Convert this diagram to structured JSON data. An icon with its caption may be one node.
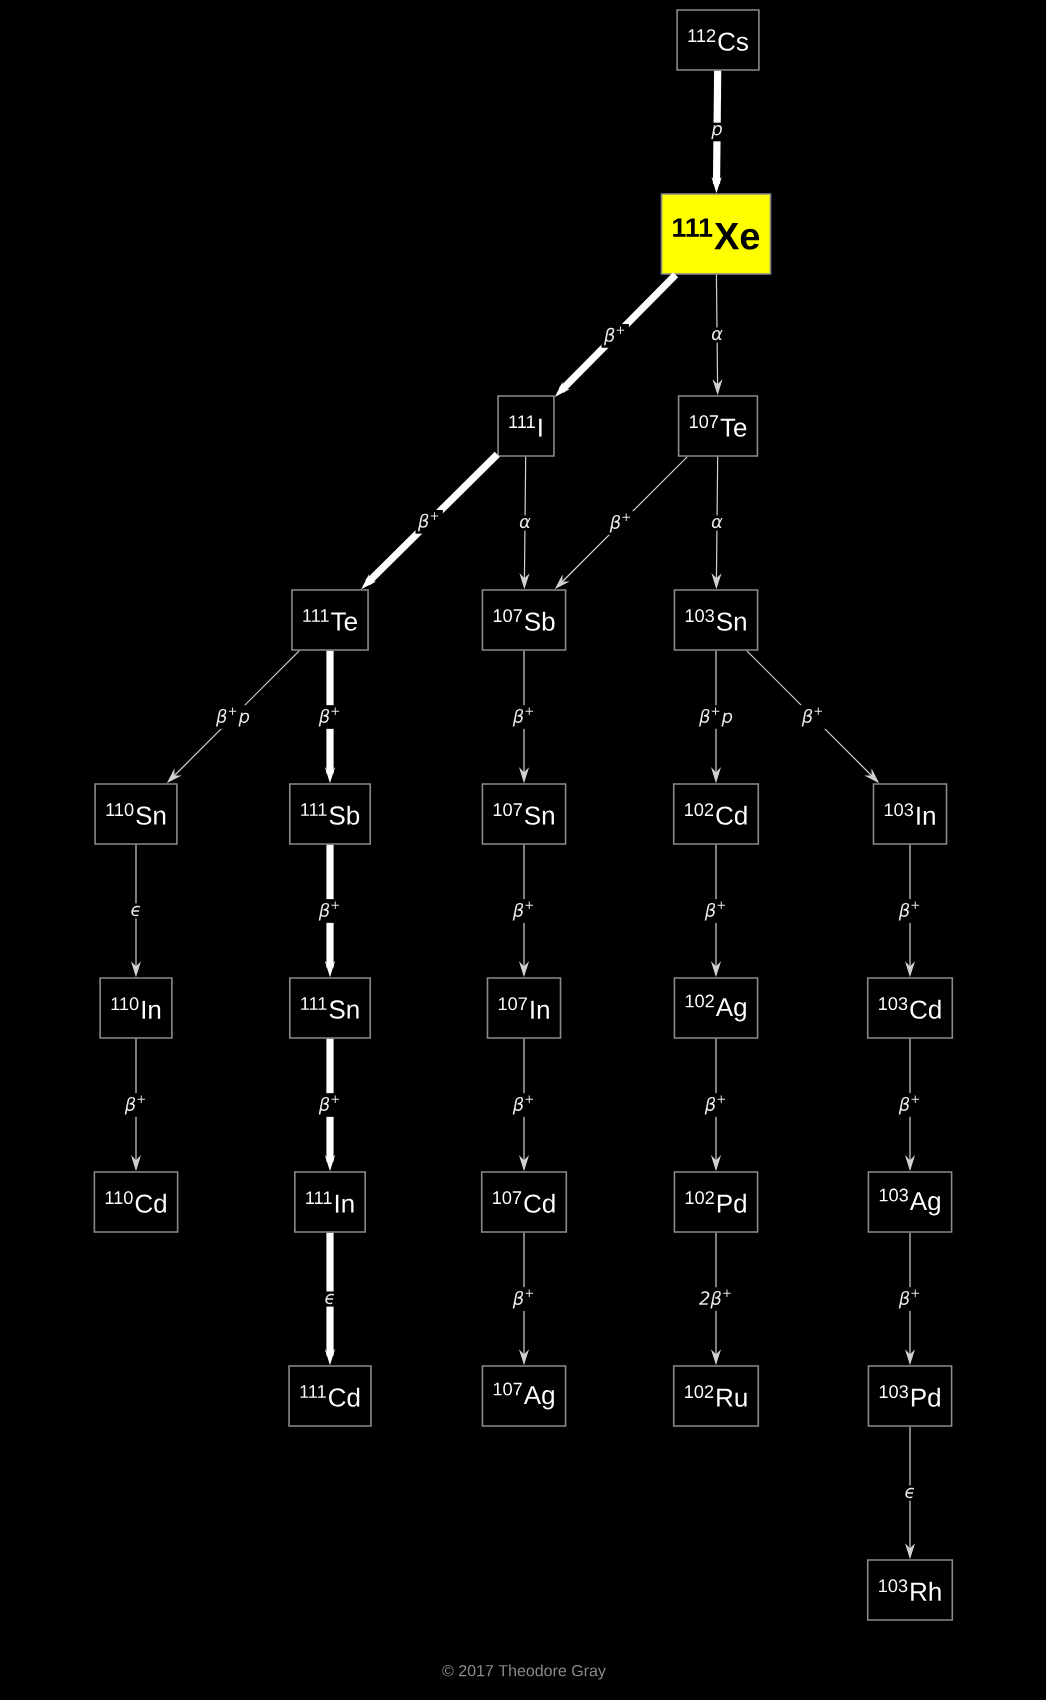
{
  "diagram": {
    "nodes": [
      {
        "text": [
          "$^{112}$Cs"
        ]
      },
      {
        "text": [
          "$^{111}$Xe"
        ]
      },
      {
        "text": [
          "$^{111}$I"
        ]
      },
      {
        "text": [
          "$^{107}$Te"
        ]
      },
      {
        "text": [
          "$^{111}$Te"
        ]
      },
      {
        "text": [
          "$^{107}$Sb"
        ]
      },
      {
        "text": [
          "$^{103}$Sn"
        ]
      },
      {
        "text": [
          "$^{110}$Sn"
        ]
      },
      {
        "text": [
          "$^{111}$Sb"
        ]
      },
      {
        "text": [
          "$^{107}$Sn"
        ]
      },
      {
        "text": [
          "$^{102}$Cd"
        ]
      },
      {
        "text": [
          "$^{103}$In"
        ]
      },
      {
        "text": [
          "$^{110}$In"
        ]
      },
      {
        "text": [
          "$^{111}$Sn"
        ]
      },
      {
        "text": [
          "$^{107}$In"
        ]
      },
      {
        "text": [
          "$^{102}$Ag"
        ]
      },
      {
        "text": [
          "$^{103}$Cd"
        ]
      },
      {
        "text": [
          "$^{110}$Cd"
        ]
      },
      {
        "text": [
          "$^{111}$In"
        ]
      },
      {
        "text": [
          "$^{107}$Cd"
        ]
      },
      {
        "text": [
          "$^{102}$Pd"
        ]
      },
      {
        "text": [
          "$^{103}$Ag"
        ]
      },
      {
        "text": [
          "$^{111}$Cd"
        ]
      },
      {
        "text": [
          "$^{107}$Ag"
        ]
      },
      {
        "text": [
          "$^{102}$Ru"
        ]
      },
      {
        "text": [
          "$^{103}$Pd"
        ]
      },
      {
        "text": [
          "$^{103}$Rh"
        ]
      }
    ],
    "edges": [
      {
        "from": 0,
        "to": 1,
        "arrow": "to",
        "label": "p",
        "style": "thick"
      },
      {
        "from": 1,
        "to": 2,
        "arrow": "to",
        "label": "β$^{+}$",
        "style": "thick"
      },
      {
        "from": 1,
        "to": 3,
        "arrow": "to",
        "label": "α"
      },
      {
        "from": 2,
        "to": 4,
        "arrow": "to",
        "label": "β$^{+}$",
        "style": "thick"
      },
      {
        "from": 2,
        "to": 5,
        "arrow": "to",
        "label": "α"
      },
      {
        "from": 3,
        "to": 5,
        "arrow": "to",
        "label": "β$^{+}$"
      },
      {
        "from": 3,
        "to": 6,
        "arrow": "to",
        "label": "α"
      },
      {
        "from": 4,
        "to": 7,
        "arrow": "to",
        "label": "β$^{+}$p"
      },
      {
        "from": 4,
        "to": 8,
        "arrow": "to",
        "label": "β$^{+}$",
        "style": "thick"
      },
      {
        "from": 5,
        "to": 9,
        "arrow": "to",
        "label": "β$^{+}$"
      },
      {
        "from": 6,
        "to": 10,
        "arrow": "to",
        "label": "β$^{+}$p"
      },
      {
        "from": 6,
        "to": 11,
        "arrow": "to",
        "label": "β$^{+}$"
      },
      {
        "from": 7,
        "to": 12,
        "arrow": "to",
        "label": "ϵ"
      },
      {
        "from": 8,
        "to": 13,
        "arrow": "to",
        "label": "β$^{+}$",
        "style": "thick"
      },
      {
        "from": 9,
        "to": 14,
        "arrow": "to",
        "label": "β$^{+}$"
      },
      {
        "from": 10,
        "to": 15,
        "arrow": "to",
        "label": "β$^{+}$"
      },
      {
        "from": 11,
        "to": 16,
        "arrow": "to",
        "label": "β$^{+}$"
      },
      {
        "from": 12,
        "to": 17,
        "arrow": "to",
        "label": "β$^{+}$"
      },
      {
        "from": 13,
        "to": 18,
        "arrow": "to",
        "label": "β$^{+}$",
        "style": "thick"
      },
      {
        "from": 14,
        "to": 19,
        "arrow": "to",
        "label": "β$^{+}$"
      },
      {
        "from": 15,
        "to": 20,
        "arrow": "to",
        "label": "β$^{+}$"
      },
      {
        "from": 16,
        "to": 21,
        "arrow": "to",
        "label": "β$^{+}$"
      },
      {
        "from": 18,
        "to": 22,
        "arrow": "to",
        "label": "ϵ",
        "style": "thick"
      },
      {
        "from": 19,
        "to": 23,
        "arrow": "to",
        "label": "β$^{+}$"
      },
      {
        "from": 20,
        "to": 24,
        "arrow": "to",
        "label": "2β$^{+}$"
      },
      {
        "from": 21,
        "to": 25,
        "arrow": "to",
        "label": "β$^{+}$"
      },
      {
        "from": 25,
        "to": 26,
        "arrow": "to",
        "label": "ϵ"
      }
    ],
    "labels": [
      "© 2017 Theodore Gray"
    ]
  }
}
